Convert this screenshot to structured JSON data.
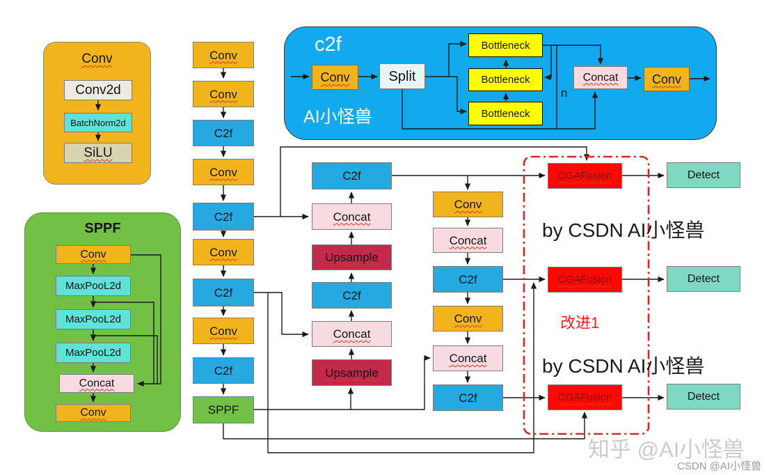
{
  "conv_panel": {
    "title": "Conv",
    "conv2d": "Conv2d",
    "batchnorm": "BatchNorm2d",
    "silu": "SiLU"
  },
  "sppf_panel": {
    "title": "SPPF",
    "conv_top": "Conv",
    "maxpool1": "MaxPooL2d",
    "maxpool2": "MaxPooL2d",
    "maxpool3": "MaxPooL2d",
    "concat": "Concat",
    "conv_bottom": "Conv"
  },
  "c2f_panel": {
    "title": "c2f",
    "watermark": "AI小怪兽",
    "conv_in": "Conv",
    "split": "Split",
    "bottleneck1": "Bottleneck",
    "bottleneck2": "Bottleneck",
    "bottleneck3": "Bottleneck",
    "n_label": "n",
    "concat": "Concat",
    "conv_out": "Conv"
  },
  "backbone": [
    "Conv",
    "Conv",
    "C2f",
    "Conv",
    "C2f",
    "Conv",
    "C2f",
    "Conv",
    "C2f",
    "SPPF"
  ],
  "neck": [
    "C2f",
    "Concat",
    "Upsample",
    "C2f",
    "Concat",
    "Upsample"
  ],
  "head": [
    "Conv",
    "Concat",
    "C2f",
    "Conv",
    "Concat",
    "C2f"
  ],
  "fusion": [
    "CGAFusion",
    "CGAFusion",
    "CGAFusion"
  ],
  "detect": [
    "Detect",
    "Detect",
    "Detect"
  ],
  "annotations": {
    "by_csdn_top": "by CSDN AI小怪兽",
    "improvement": "改进1",
    "by_csdn_bottom": "by CSDN AI小怪兽",
    "watermark_zhihu": "知乎 @AI小怪兽",
    "watermark_csdn": "CSDN @AI小怪兽"
  },
  "colors": {
    "conv_gold": "#F2B41C",
    "c2f_blue": "#26A9E0",
    "sppf_green": "#72C046",
    "bottleneck_yellow": "#FFFF00",
    "concat_pink": "#F7DBE1",
    "upsample_crimson": "#C2294A",
    "cgafusion_red": "#FB0905",
    "cgafusion_text": "#7E0F08",
    "detect_teal": "#80D7C2",
    "cyan": "#5FE2D8",
    "panel_blue": "#12A9EE",
    "dashed_border": "#D92525",
    "squiggle": "#E5341A"
  }
}
